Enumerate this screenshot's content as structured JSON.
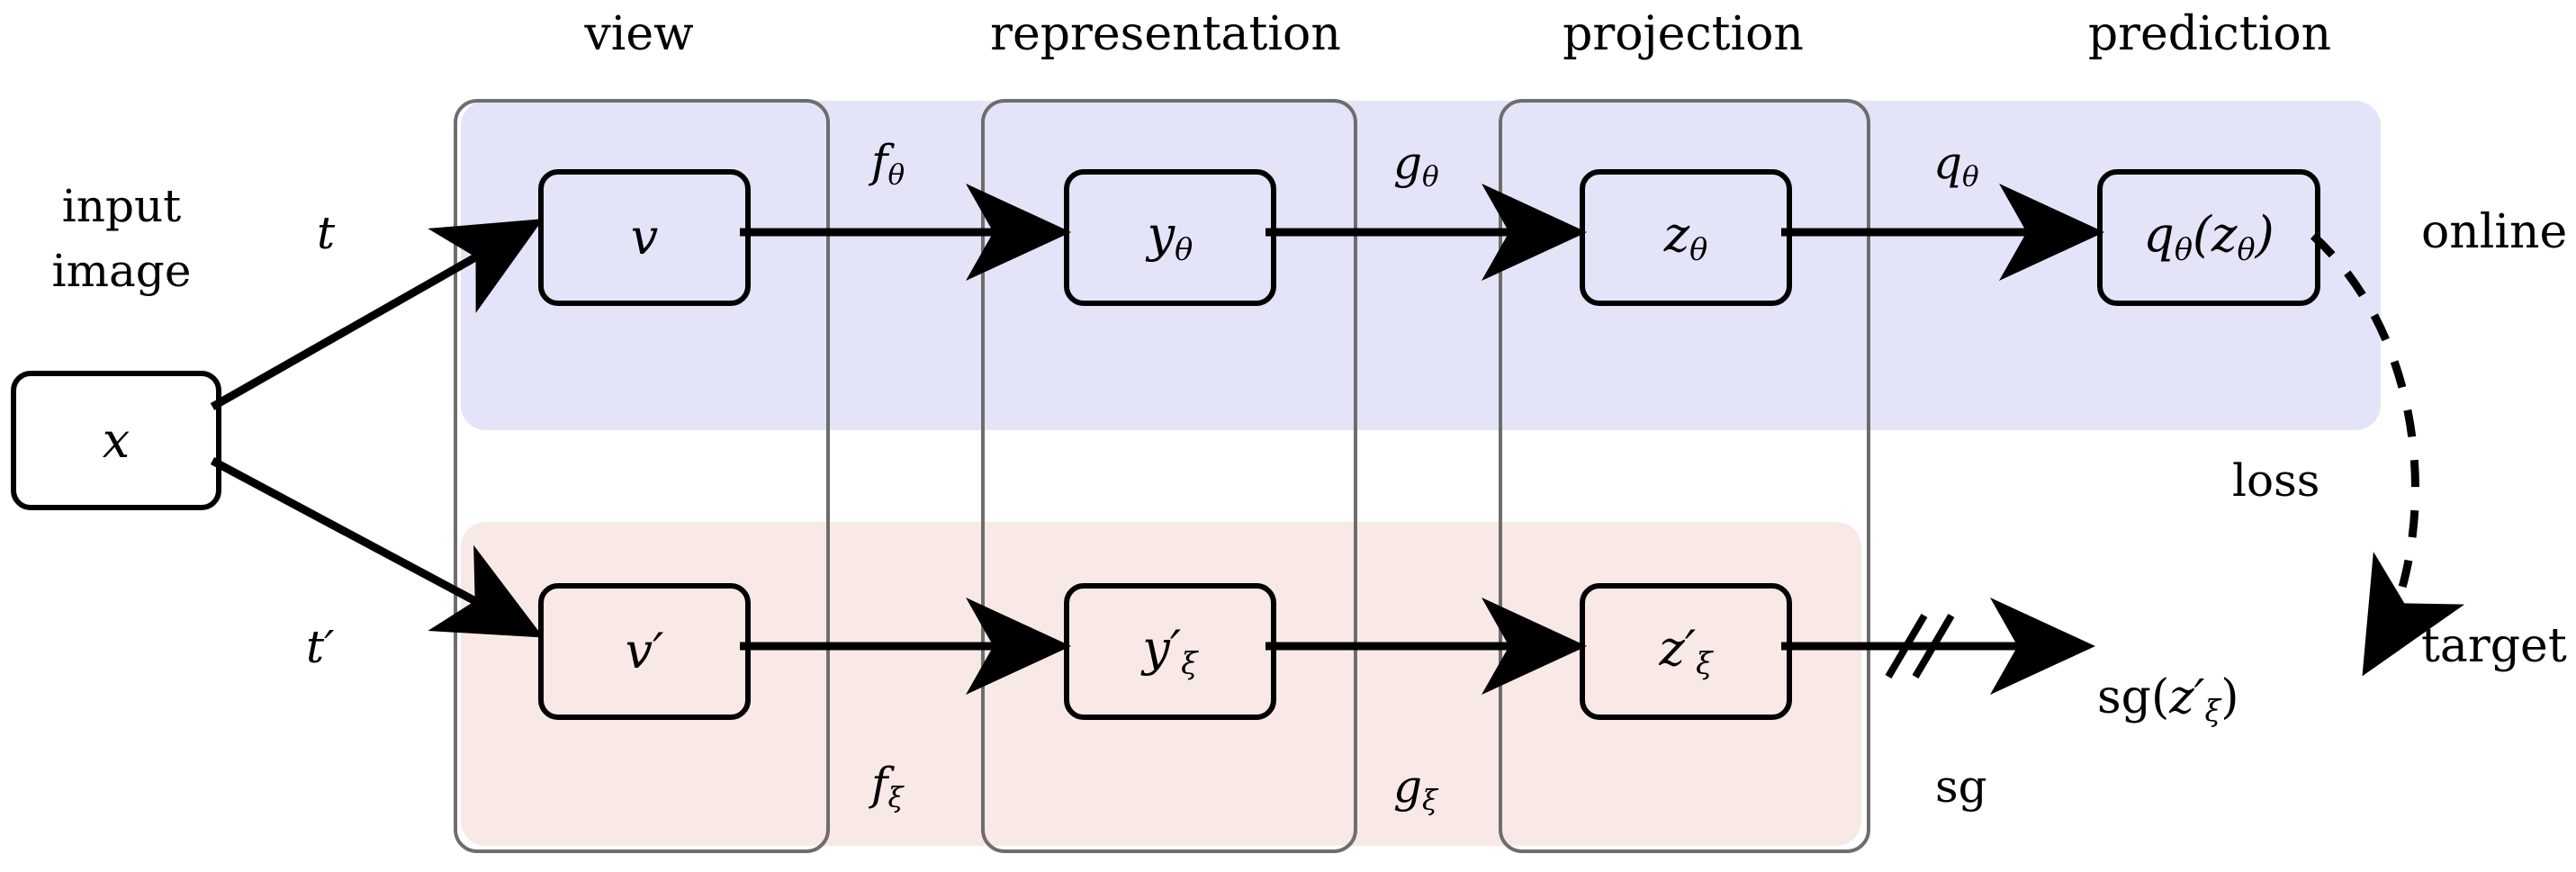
{
  "figure": {
    "title": "BYOL architecture diagram",
    "colors": {
      "online_band": "#e3e4f7",
      "target_band": "#f8e9e7",
      "group_border": "#6d6d6d",
      "node_border": "#000000",
      "arrow": "#000000",
      "background": "#ffffff"
    }
  },
  "column_headers": [
    {
      "label": "view"
    },
    {
      "label": "representation"
    },
    {
      "label": "projection"
    },
    {
      "label": "prediction"
    }
  ],
  "input": {
    "caption_line1": "input",
    "caption_line2": "image",
    "node_label": "x"
  },
  "branch_labels": {
    "online": "online",
    "target": "target"
  },
  "online_row": {
    "transform_label": "t",
    "nodes": [
      {
        "name": "view",
        "label": "v"
      },
      {
        "name": "representation",
        "label": "y",
        "sub": "θ"
      },
      {
        "name": "projection",
        "label": "z",
        "sub": "θ"
      },
      {
        "name": "prediction",
        "label": "q",
        "sub": "θ",
        "arg": "(z",
        "argsub": "θ",
        "argclose": ")"
      }
    ],
    "operators": [
      {
        "name": "encoder",
        "label": "f",
        "sub": "θ"
      },
      {
        "name": "projector",
        "label": "g",
        "sub": "θ"
      },
      {
        "name": "predictor",
        "label": "q",
        "sub": "θ"
      }
    ]
  },
  "target_row": {
    "transform_label": "t′",
    "nodes": [
      {
        "name": "view",
        "label": "v′"
      },
      {
        "name": "representation",
        "label": "y′",
        "sub": "ξ"
      },
      {
        "name": "projection",
        "label": "z′",
        "sub": "ξ"
      }
    ],
    "operators": [
      {
        "name": "encoder",
        "label": "f",
        "sub": "ξ"
      },
      {
        "name": "projector",
        "label": "g",
        "sub": "ξ"
      },
      {
        "name": "stopgrad",
        "label": "sg"
      }
    ],
    "stopgrad_output": {
      "prefix": "sg(",
      "label": "z′",
      "sub": "ξ",
      "suffix": ")"
    }
  },
  "loss": {
    "label": "loss"
  }
}
